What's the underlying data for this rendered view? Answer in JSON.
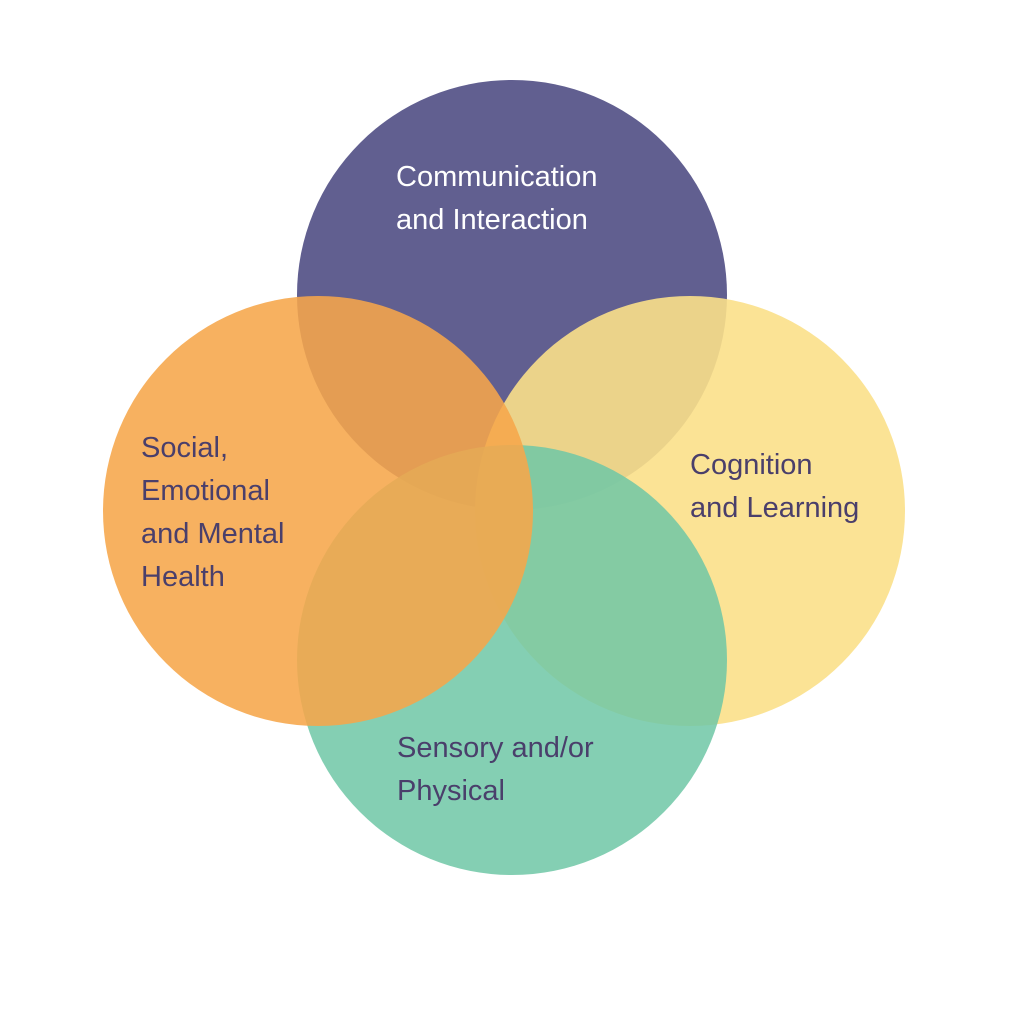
{
  "diagram": {
    "type": "venn",
    "sets": [
      {
        "id": "communication",
        "lines": [
          "Communication",
          "and Interaction"
        ],
        "fill": "#5c5a8c",
        "opacity": 0.97,
        "text_color": "#ffffff"
      },
      {
        "id": "cognition",
        "lines": [
          "Cognition",
          "and Learning"
        ],
        "fill": "#fbe08a",
        "opacity": 0.9,
        "text_color": "#4a3f6b"
      },
      {
        "id": "sensory",
        "lines": [
          "Sensory and/or",
          "Physical"
        ],
        "fill": "#6fc7a6",
        "opacity": 0.85,
        "text_color": "#4a3f6b"
      },
      {
        "id": "social",
        "lines": [
          "Social,",
          "Emotional",
          "and Mental",
          "Health"
        ],
        "fill": "#f6a64a",
        "opacity": 0.88,
        "text_color": "#4a3f6b"
      }
    ]
  }
}
